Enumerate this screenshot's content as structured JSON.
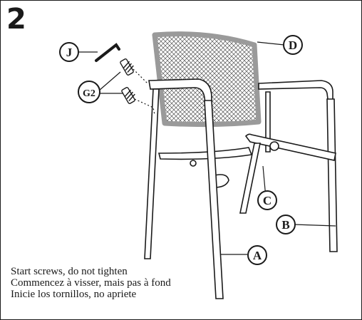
{
  "step": {
    "number": "2"
  },
  "callouts": {
    "j": "J",
    "g2": "G2",
    "d": "D",
    "c": "C",
    "b": "B",
    "a": "A"
  },
  "instructions": {
    "english": "Start screws, do not tighten",
    "french": "Commencez à visser, mais pas à fond",
    "spanish": "Inicie los tornillos, no apriete"
  },
  "colors": {
    "line": "#1a1a1a",
    "backrest_frame": "#9a9a9a",
    "mesh": "#555555"
  }
}
